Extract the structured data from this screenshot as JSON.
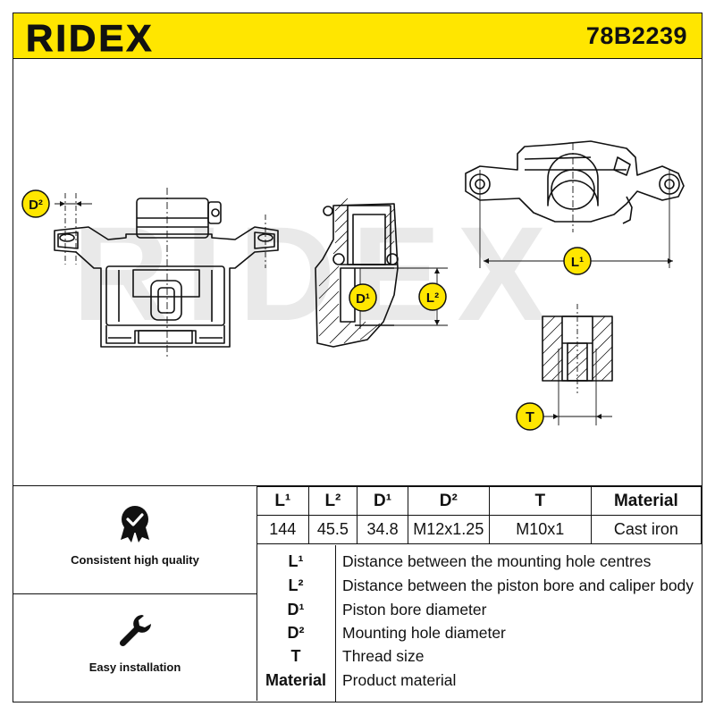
{
  "header": {
    "brand": "RIDEX",
    "part_number": "78B2239",
    "brand_color": "#111111",
    "accent_color": "#ffe600"
  },
  "watermark": {
    "text": "RIDEX",
    "color": "#e6e6e6"
  },
  "diagram": {
    "labels": {
      "d2": "D²",
      "d1": "D¹",
      "l1": "L¹",
      "l2": "L²",
      "t": "T"
    },
    "badge_color": "#ffe600"
  },
  "features": [
    {
      "icon": "quality-badge-icon",
      "label": "Consistent high quality"
    },
    {
      "icon": "wrench-icon",
      "label": "Easy installation"
    }
  ],
  "specs": {
    "headers": [
      "L¹",
      "L²",
      "D¹",
      "D²",
      "T",
      "Material"
    ],
    "values": [
      "144",
      "45.5",
      "34.8",
      "M12x1.25",
      "M10x1",
      "Cast iron"
    ]
  },
  "legend": [
    {
      "symbol": "L¹",
      "description": "Distance between the mounting hole centres"
    },
    {
      "symbol": "L²",
      "description": "Distance between the piston bore and caliper body"
    },
    {
      "symbol": "D¹",
      "description": "Piston bore diameter"
    },
    {
      "symbol": "D²",
      "description": "Mounting hole diameter"
    },
    {
      "symbol": "T",
      "description": "Thread size"
    },
    {
      "symbol": "Material",
      "description": "Product material"
    }
  ]
}
